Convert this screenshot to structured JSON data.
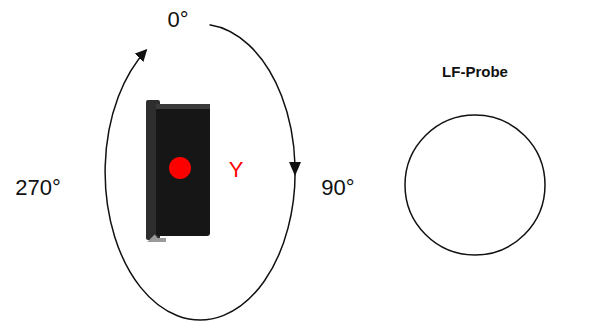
{
  "diagram": {
    "nodes": [
      {
        "text": [
          "LF-Probe"
        ]
      }
    ],
    "labels": [
      "0°",
      "90°",
      "270°",
      "Y"
    ]
  }
}
